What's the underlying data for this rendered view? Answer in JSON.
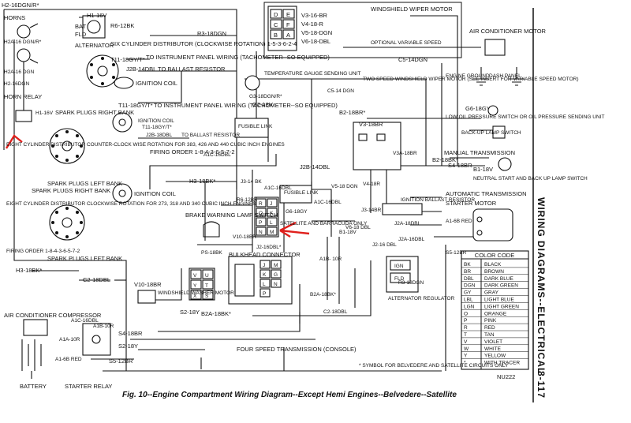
{
  "labels": {
    "h2_16dgn_r": "H2-16DGN/R*",
    "h1_16v": "H1-16V",
    "r6_12bk": "R6-12BK",
    "bat": "BAT",
    "fld": "FLD",
    "horns": "HORNS",
    "h2a_16_dgn_r": "H2A-16 DGN/R*",
    "alternator": "ALTERNATOR",
    "r3_18dgn": "R3-18DGN",
    "six_cyl_dist": "SIX CYLINDER DISTRIBUTOR (CLOCKWISE ROTATION) 1-5-3-6-2-4",
    "t11_18gy_t_1": "T11-18GY/T*",
    "to_ip_wiring_1": "TO INSTRUMENT PANEL WIRING (TACHOMETER--SO EQUIPPED)",
    "j2b_14dbl": "J2B-14DBL",
    "to_ballast_1": "TO BALLAST RESISTOR",
    "ignition_coil_1": "IGNITION COIL",
    "h2a_16_dgn": "H2A-16 DGN",
    "h2_16dgn": "H2-16DGN",
    "horn_relay": "HORN RELAY",
    "spark_plugs_rb_1": "SPARK PLUGS RIGHT BANK",
    "h1_16v_b": "H1-16V",
    "t11_18gy_t_2": "T11-18GY/T*",
    "to_ip_wiring_2": "TO INSTRUMENT PANEL WIRING (TACHOMETER--SO EQUIPPED)",
    "ignition_coil_2": "IGNITION COIL",
    "t11_18gy_t_3": "T11-18GY/T*",
    "j2b_18dbl": "J2B-18DBL",
    "to_ballast_2": "TO BALLAST RESISTOR",
    "firing_order_1": "FIRING ORDER 1-8-4-3-6-5-7-2",
    "eight_cyl_ccw": "EIGHT CYLINDER DISTRIBUTOR COUNTER-CLOCK WISE ROTATION FOR 383, 426 AND 440 CUBIC INCH ENGINES",
    "spark_plugs_lb_1": "SPARK PLUGS LEFT BANK",
    "spark_plugs_rb_2": "SPARK PLUGS RIGHT BANK",
    "ignition_coil_3": "IGNITION COIL",
    "eight_cyl_cw": "EIGHT CYLINDER DISTRIBUTOR CLOCKWISE ROTATION FOR 273, 318 AND 340 CUBIC INCH ENGINES",
    "firing_order_2": "FIRING ORDER 1-8-4-3-6-5-7-2",
    "spark_plugs_lb_2": "SPARK PLUGS LEFT BANK",
    "h3_18bk_1": "H3-18BK*",
    "h3_18bk_2": "H3-18BK*",
    "c2_18dbl": "C2-18DBL",
    "v10_18br": "V10-18BR",
    "windshield_washer_motor": "WINDSHIELD WASHER MOTOR",
    "s2_18y": "S2-18Y",
    "ac_compressor": "AIR CONDITIONER COMPRESSOR",
    "a1c_16dbl_1": "A1C-16DBL",
    "a1b_10r": "A1B-10R",
    "a1a_10r": "A1A-10R",
    "a1_6b_red": "A1-6B RED",
    "battery": "BATTERY",
    "starter_relay": "STARTER RELAY",
    "s4_18br": "S4-18BR",
    "s2_18y_b": "S2-18Y",
    "s5_12br": "S5-12BR",
    "wiper_motor": "WINDSHIELD WIPER MOTOR",
    "wiper_pins": [
      "D",
      "E",
      "C",
      "F",
      "B",
      "A"
    ],
    "v3_16br": "V3-16-BR",
    "v4_18r": "V4-18-R",
    "v5_18dgn": "V5-18-DGN",
    "v6_18dbl": "V6-18-DBL",
    "optional_variable_speed": "OPTIONAL VARIABLE SPEED",
    "ac_motor": "AIR CONDITIONER MOTOR",
    "c5_14dgn": "C5-14DGN",
    "engine_ground": "ENGINE GROUND",
    "dash_panel": "DASH PANEL",
    "temp_gauge": "TEMPERATURE GAUGE SENDING UNIT",
    "g2_18v": "G2-18V",
    "g2_18v_b": "G2-18V",
    "g3_18dgn_r": "G3-18DGN/R*",
    "c5_14_dgn": "C5-14 DGN",
    "two_speed_wiper": "TWO SPEED WINDSHIELD WIPER MOTOR (SEE INSERT FOR VARIABLE SPEED MOTOR)",
    "g6_18gy": "G6-18GY",
    "low_oil": "LOW OIL PRESSURE SWITCH OR OIL PRESSURE SENDING UNIT",
    "b2_18br_1": "B2-18BR*",
    "v3_18br": "V3-18BR",
    "back_up_lamp": "BACK-UP LAMP SWITCH",
    "manual_trans": "MANUAL TRANSMISSION",
    "b2_18bk": "B2-18BK*",
    "v3a_18br": "V3A-18BR",
    "b1_18v": "B1-18V",
    "s4_18br_b": "S4-18BR",
    "neutral_start": "NEUTRAL START AND BACK UP LAMP SWITCH",
    "automatic_trans": "AUTOMATIC TRANSMISSION",
    "fusible_link_1": "FUSIBLE LINK",
    "a1c_16dbl_2": "A1C-16DBL",
    "j2b_14dbl_b": "J2B-14DBL",
    "v5_18dgn_b": "V5-18 DGN",
    "v4_18r_b": "V4-18R",
    "j3_14_bk": "J3-14 BK",
    "a1c_16dbl_3": "A1C-16DBL",
    "fusible_link_2": "FUSIBLE LINK",
    "r6_12bk_b": "R6-12BK",
    "ign_ballast": "IGNITION BALLAST RESISTOR",
    "j3_14bk": "J3-14BR",
    "g6_18gy_b": "G6-18GY",
    "bulkhead_rjkpln": [
      "R",
      "J",
      "Q",
      "K",
      "P",
      "L",
      "N",
      "M"
    ],
    "brake_warning": "BRAKE WARNING LAMP SWITCH",
    "v10_18br_b": "V10-18BR",
    "satellite_barracuda": "SATELLITE AND BARRACUDA ONLY",
    "j2_16dbl": "J2-16DBL*",
    "a1c_16dbl_4": "A1C-16DBL",
    "b1_18v_b": "B1-18V",
    "v6_18dbl_b": "V6-18 DBL",
    "j2a_18dbl": "J2A-18DBL",
    "j2a_16dbl": "J2A-16DBL",
    "j2_16dbl_b": "J2-16 DBL",
    "ps_18bk": "PS-18BK",
    "bulkhead_connector": "BULKHEAD CONNECTOR",
    "vux_pins": [
      "V",
      "U",
      "Y",
      "T",
      "X",
      "S"
    ],
    "bulk_right": [
      "J",
      "M",
      "K",
      "G",
      "L",
      "N",
      "P"
    ],
    "a1b_10r_b": "A1B- 10R",
    "ign": "IGN",
    "fld_b": "FLD",
    "r3_18dgn_b": "R3-18DGN",
    "alt_regulator": "ALTERNATOR REGULATOR",
    "b2a_18bk_1": "B2A-18BK*",
    "b2a_18bk_2": "B2A-18BK*",
    "c2_18dbl_b": "C2-18DBL",
    "four_speed": "FOUR SPEED TRANSMISSION (CONSOLE)",
    "symbol_note": "* SYMBOL FOR BELVEDERE AND SATELLITE CIRCUITS ONLY",
    "starter_motor": "STARTER MOTOR",
    "a1_6b_red_b": "A1-6B RED",
    "s5_12br_b": "S5-12BR",
    "nu222": "NU222"
  },
  "color_code": {
    "title": "COLOR CODE",
    "rows": [
      [
        "BK",
        "BLACK"
      ],
      [
        "BR",
        "BROWN"
      ],
      [
        "DBL",
        "DARK BLUE"
      ],
      [
        "DGN",
        "DARK GREEN"
      ],
      [
        "GY",
        "GRAY"
      ],
      [
        "LBL",
        "LIGHT BLUE"
      ],
      [
        "LGN",
        "LIGHT GREEN"
      ],
      [
        "O",
        "ORANGE"
      ],
      [
        "P",
        "PINK"
      ],
      [
        "R",
        "RED"
      ],
      [
        "T",
        "TAN"
      ],
      [
        "V",
        "VIOLET"
      ],
      [
        "W",
        "WHITE"
      ],
      [
        "Y",
        "YELLOW"
      ],
      [
        "*",
        "WITH TRACER"
      ]
    ]
  },
  "caption": "Fig. 10--Engine Compartment Wiring Diagram--Except Hemi Engines--Belvedere--Satellite",
  "side_title": "WIRING DIAGRAMS--ELECTRICAL",
  "page_number": "8-117",
  "colors": {
    "ink": "#111111",
    "annotation": "#e0201c"
  }
}
